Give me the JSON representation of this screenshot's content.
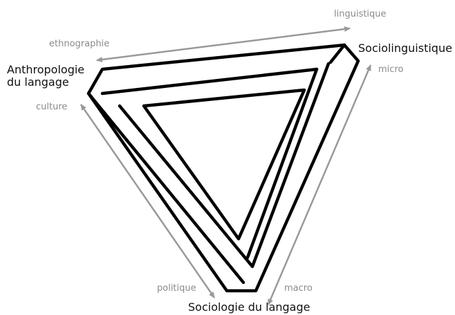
{
  "colors": {
    "stroke": "#000000",
    "arrow": "#999999",
    "main_text": "#111111",
    "sub_text": "#8a8a8a"
  },
  "vertices": {
    "top_right": "Sociolinguistique",
    "left": "Anthropologie du langage",
    "left_line1": "Anthropologie",
    "left_line2": "du langage",
    "bottom": "Sociologie du langage"
  },
  "edges": {
    "top": {
      "start": "ethnographie",
      "end": "linguistique"
    },
    "right": {
      "start": "micro",
      "end": "macro"
    },
    "left": {
      "start": "culture",
      "end": "politique"
    }
  }
}
